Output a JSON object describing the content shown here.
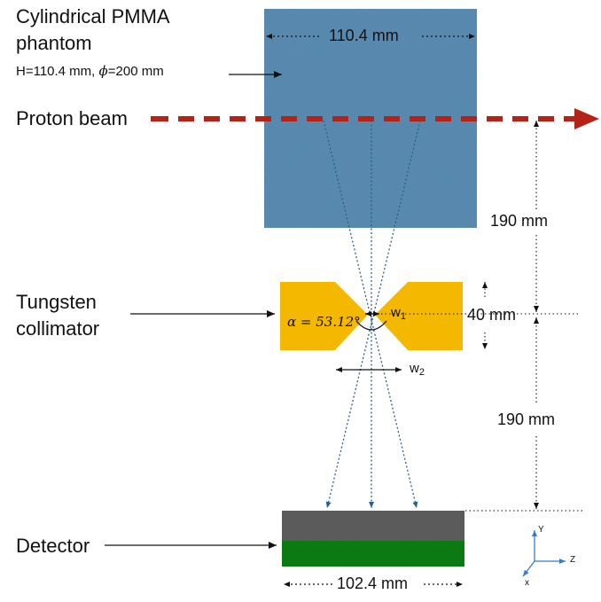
{
  "labels": {
    "phantom_title_line1": "Cylindrical PMMA",
    "phantom_title_line2": "phantom",
    "phantom_dims_h": "H=110.4 mm, ",
    "phantom_dims_phi_symbol": "ϕ",
    "phantom_dims_phi_value": "=200 mm",
    "phantom_width": "110.4 mm",
    "proton_beam": "Proton beam",
    "collimator_line1": "Tungsten",
    "collimator_line2": "collimator",
    "alpha_label": "α = 53.12°",
    "w1_prefix": "w",
    "w1_sub": "1",
    "w2_prefix": "w",
    "w2_sub": "2",
    "collimator_thickness": "40 mm",
    "distance_upper": "190 mm",
    "distance_lower": "190 mm",
    "detector": "Detector",
    "detector_width": "102.4 mm",
    "axis_y": "Y",
    "axis_z": "Z",
    "axis_x": "x"
  },
  "colors": {
    "phantom": "#5b8db3",
    "beam": "#b42318",
    "collimator": "#f5b800",
    "ray": "#2a5f8f",
    "detector_top": "#5f5f5f",
    "detector_bottom": "#0b7a12",
    "axes": "#3b7bc4"
  }
}
